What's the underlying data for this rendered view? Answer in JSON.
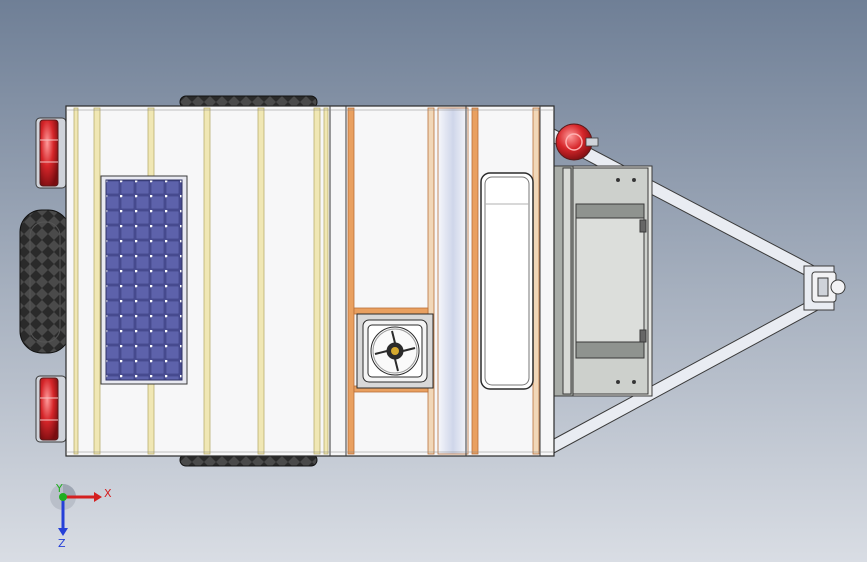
{
  "scene": {
    "name": "trailer-cad-top-view",
    "background": {
      "top": "#6f7f96",
      "bottom": "#d9dde4"
    }
  },
  "triad": {
    "x_label": "X",
    "y_label": "Y",
    "z_label": "Z",
    "colors": {
      "x": "#d42020",
      "y": "#1fae1f",
      "z": "#2540d8"
    }
  },
  "colors": {
    "body": "#f7f7f8",
    "outline": "#3a3a3a",
    "frame_yellow": "#f0e7b4",
    "frame_orange": "#e9a060",
    "panel_blue": "#4b4f96",
    "tire": "#2a2a2a",
    "lamp_red": "#d6262a",
    "drawbar": "#e9ecf2",
    "toolbox": "#d7d7d3"
  }
}
